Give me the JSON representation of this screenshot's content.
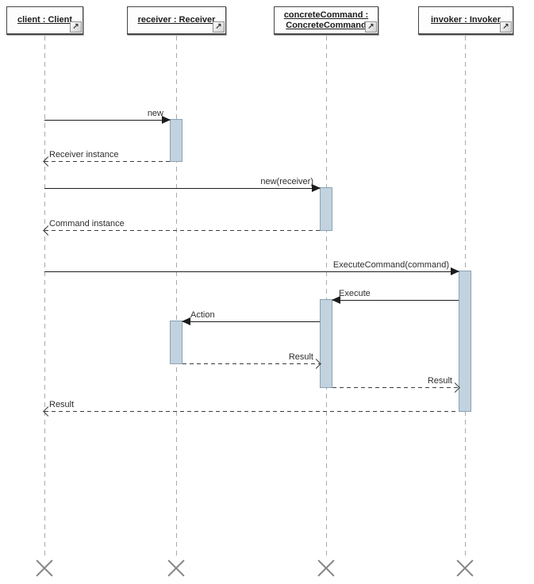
{
  "diagram": {
    "kind": "uml-sequence-diagram",
    "subject": "Command design pattern interaction",
    "background": "#ffffff"
  },
  "colors": {
    "activation_fill": "#c2d3df",
    "activation_border": "#8ba2b4",
    "lifeline_dash": "#a9a9a9",
    "call_line": "#1c1c1c",
    "return_line": "#3c3c3c",
    "label_text": "#2d2d2d",
    "box_border": "#474747",
    "destroy_x": "#848484"
  },
  "icons": {
    "expand_glyph": "↗",
    "expand_meaning": "open-resource-icon"
  },
  "actors": [
    {
      "id": "client",
      "label": "client : Client"
    },
    {
      "id": "receiver",
      "label": "receiver : Receiver"
    },
    {
      "id": "concreteCommand",
      "label": "concreteCommand : ConcreteCommand"
    },
    {
      "id": "invoker",
      "label": "invoker : Invoker"
    }
  ],
  "messages": [
    {
      "label": "new",
      "kind": "call",
      "from": "client",
      "to": "receiver"
    },
    {
      "label": "Receiver instance",
      "kind": "return",
      "from": "receiver",
      "to": "client"
    },
    {
      "label": "new(receiver)",
      "kind": "call",
      "from": "client",
      "to": "concreteCommand"
    },
    {
      "label": "Command instance",
      "kind": "return",
      "from": "concreteCommand",
      "to": "client"
    },
    {
      "label": "ExecuteCommand(command)",
      "kind": "call",
      "from": "client",
      "to": "invoker"
    },
    {
      "label": "Execute",
      "kind": "call",
      "from": "invoker",
      "to": "concreteCommand"
    },
    {
      "label": "Action",
      "kind": "call",
      "from": "concreteCommand",
      "to": "receiver"
    },
    {
      "label": "Result",
      "kind": "return",
      "from": "receiver",
      "to": "concreteCommand"
    },
    {
      "label": "Result",
      "kind": "return",
      "from": "concreteCommand",
      "to": "invoker"
    },
    {
      "label": "Result",
      "kind": "return",
      "from": "invoker",
      "to": "client"
    }
  ],
  "activations": [
    {
      "lifeline": "receiver",
      "from_message": "new",
      "to_message": "Receiver instance"
    },
    {
      "lifeline": "concreteCommand",
      "from_message": "new(receiver)",
      "to_message": "Command instance"
    },
    {
      "lifeline": "invoker",
      "from_message": "ExecuteCommand(command)",
      "to_message": "Result"
    },
    {
      "lifeline": "concreteCommand",
      "from_message": "Execute",
      "to_message": "Result"
    },
    {
      "lifeline": "receiver",
      "from_message": "Action",
      "to_message": "Result"
    }
  ]
}
